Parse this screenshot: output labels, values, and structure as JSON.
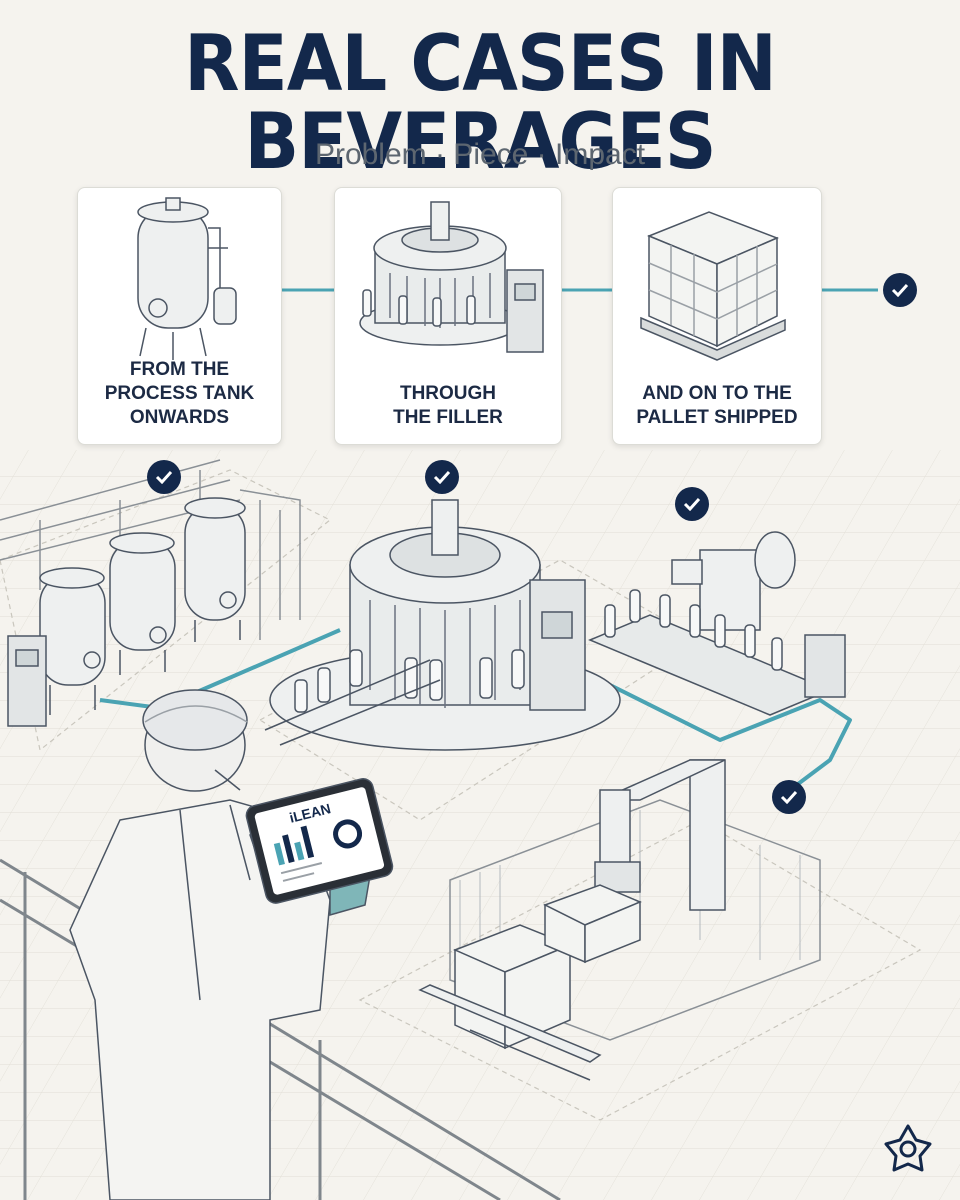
{
  "header": {
    "title": "REAL CASES IN BEVERAGES",
    "subtitle": "Problem · Piece · Impact"
  },
  "cards": [
    {
      "label": "FROM THE\nPROCESS TANK\nONWARDS",
      "icon": "process-tank-icon"
    },
    {
      "label": "THROUGH\nTHE FILLER",
      "icon": "rotary-filler-icon"
    },
    {
      "label": "AND ON TO THE\nPALLET SHIPPED",
      "icon": "pallet-boxes-icon"
    }
  ],
  "tablet": {
    "brand": "iLEAN"
  },
  "colors": {
    "title": "#13284b",
    "accent_line": "#4aa3b3",
    "check_badge": "#13284b",
    "background": "#f5f3ee",
    "glove": "#7fb6b8"
  },
  "icons": [
    "check-icon",
    "process-tank-icon",
    "rotary-filler-icon",
    "pallet-boxes-icon",
    "logo-icon"
  ]
}
